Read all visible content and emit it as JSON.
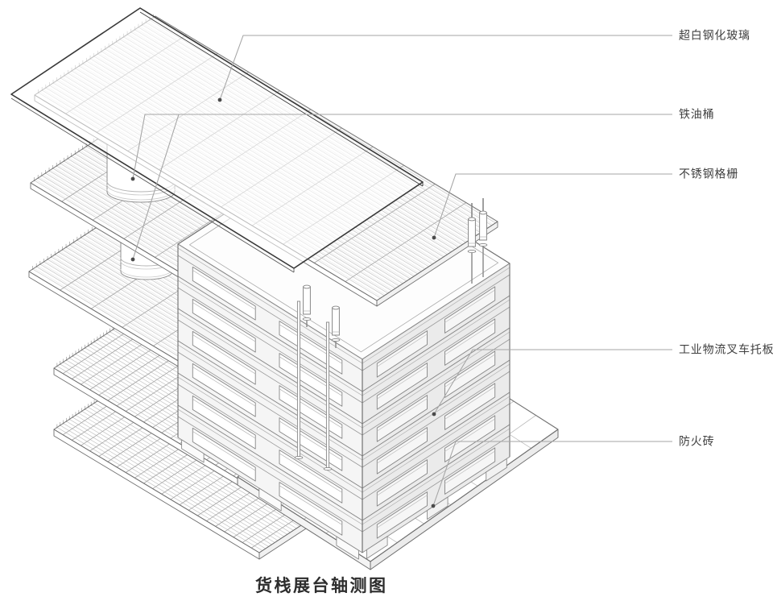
{
  "diagram": {
    "title": "货栈展台轴测图",
    "callouts": [
      {
        "id": "glass",
        "label": "超白钢化玻璃"
      },
      {
        "id": "oil-drum",
        "label": "铁油桶"
      },
      {
        "id": "grating",
        "label": "不锈钢格栅"
      },
      {
        "id": "pallet",
        "label": "工业物流叉车托板"
      },
      {
        "id": "firebrick",
        "label": "防火砖"
      }
    ],
    "colors": {
      "line": "#707070",
      "hatch": "#c4c4c4",
      "hatch_light": "#dcdcdc",
      "bearer": "#a3a3a3",
      "leader": "#a6a6a6",
      "dot": "#4a4a4a",
      "glass_edge": "#383838",
      "label_text": "#3f3f3f",
      "title_text": "#2d2d2d"
    }
  }
}
